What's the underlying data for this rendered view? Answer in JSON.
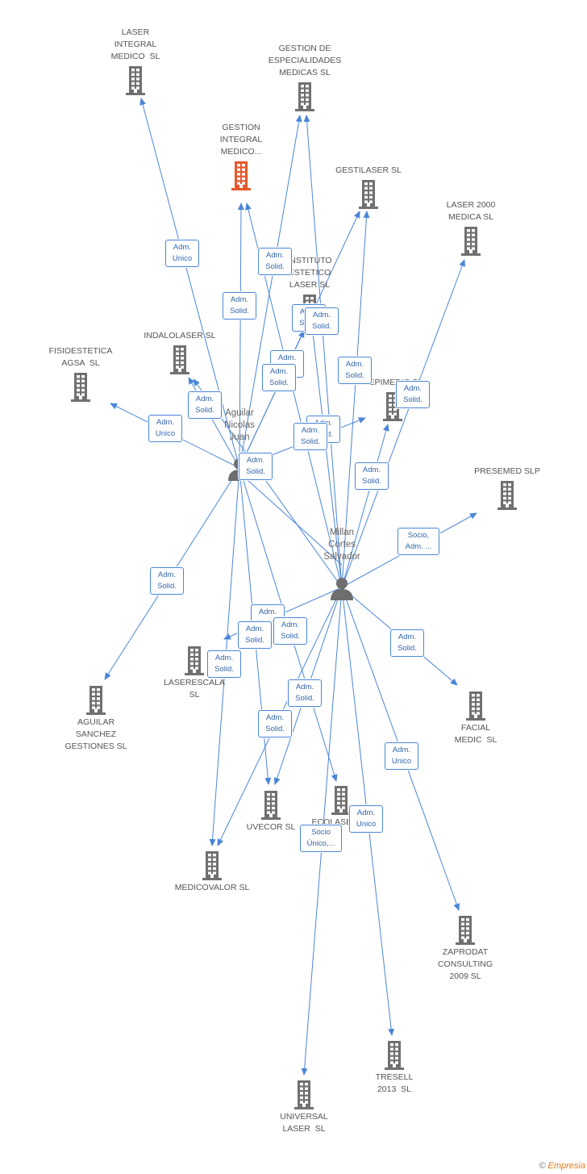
{
  "people": {
    "aguilar": {
      "label": "Aguilar\nNicolas\nJuan"
    },
    "millan": {
      "label": "Millan\nCortes\nSalvador"
    }
  },
  "companies": {
    "laser_integral": "LASER\nINTEGRAL\nMEDICO  SL",
    "gestion_especialidades": "GESTION DE\nESPECIALIDADES\nMEDICAS SL",
    "gestion_integral": "GESTION\nINTEGRAL\nMEDICO...",
    "gestilaser": "GESTILASER SL",
    "laser2000": "LASER 2000\nMEDICA SL",
    "instituto": "INSTITUTO\nESTETICO\nLASER SL",
    "indalolaser": "INDALOLASER SL",
    "fisioestetica": "FISIOESTETICA\nAGSA  SL",
    "depimedic": "DEPIMEDIC SL",
    "presemed": "PRESEMED SLP",
    "laserescala": "LASERESCALA\nSL",
    "aguilar_sanchez": "AGUILAR\nSANCHEZ\nGESTIONES SL",
    "facial_medic": "FACIAL\nMEDIC  SL",
    "uvecor": "UVECOR SL",
    "ecolaser": "ECOLASER SL",
    "medicovalor": "MEDICOVALOR SL",
    "zaprodat": "ZAPRODAT\nCONSULTING\n2009 SL",
    "tresell": "TRESELL\n2013  SL",
    "universal": "UNIVERSAL\nLASER  SL"
  },
  "roles": {
    "adm_unico": "Adm.\nUnico",
    "adm_solid": "Adm.\nSolid.",
    "socio_adm": "Socio,\nAdm. ...",
    "socio_unico": "Socio\nÚnico,..."
  },
  "colors": {
    "edge": "#4a86d8",
    "building": "#707070",
    "main_building": "#e8572a",
    "role_text": "#3366aa"
  },
  "footer": {
    "symbol": "©",
    "brand": "Empresia"
  }
}
